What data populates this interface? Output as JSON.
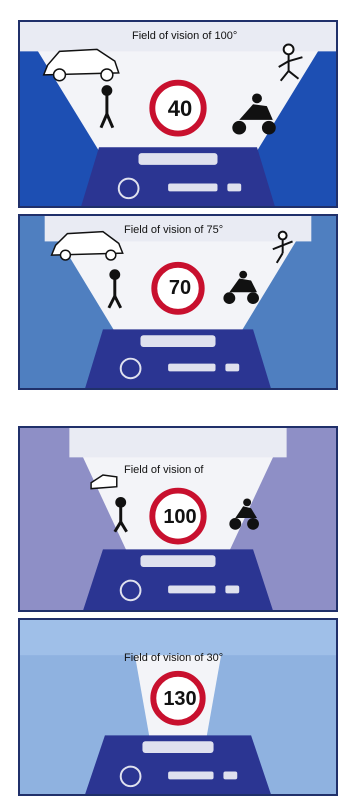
{
  "panels": [
    {
      "caption": "Field of vision of 100°",
      "speed": "40"
    },
    {
      "caption": "Field of vision of  75°",
      "speed": "70"
    },
    {
      "caption": "Field of vision of",
      "speed": "100"
    },
    {
      "caption": "Field of vision of 30°",
      "speed": "130"
    }
  ],
  "colors": {
    "panel1_side": "#1d4fb3",
    "panel2_side": "#4f7fc0",
    "panel3_side": "#8e8fc6",
    "panel4_side": "#8fb2e0",
    "cone": "#f3f4f8",
    "dashboard": "#2b3592",
    "sign_ring": "#c8102e"
  }
}
